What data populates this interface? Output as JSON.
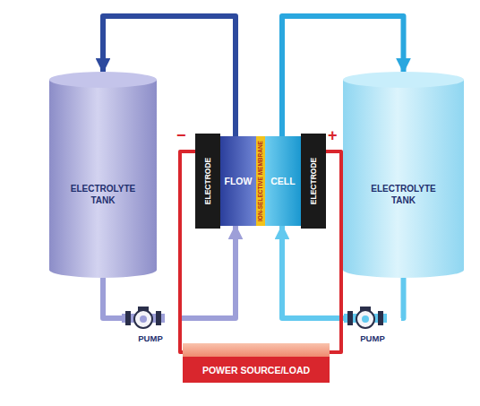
{
  "diagram": {
    "nodes": [
      {
        "text": [
          "ELECTROLYTE TANK"
        ]
      },
      {
        "text": [
          "FLOW",
          "CELL"
        ]
      },
      {
        "text": [
          "ELECTRODE"
        ],
        "in": 1
      },
      {
        "text": [
          "ION-SELECTIVE MEMBRANE"
        ],
        "in": 1
      },
      {
        "text": [
          "ELECTRODE"
        ],
        "in": 1
      },
      {
        "text": [
          "ELECTROLYTE TANK"
        ]
      },
      {
        "text": [
          "PUMP"
        ]
      },
      {
        "text": [
          "PUMP"
        ]
      },
      {
        "text": [
          "POWER SOURCE/LOAD"
        ]
      }
    ],
    "edges": [
      {
        "from": 1,
        "to": 0,
        "arrow": "to"
      },
      {
        "from": 0,
        "to": 6,
        "arrow": "none"
      },
      {
        "from": 6,
        "to": 1,
        "arrow": "to"
      },
      {
        "from": 1,
        "to": 5,
        "arrow": "to"
      },
      {
        "from": 5,
        "to": 7,
        "arrow": "none"
      },
      {
        "from": 7,
        "to": 1,
        "arrow": "to"
      },
      {
        "from": 2,
        "to": 8,
        "arrow": "none"
      },
      {
        "from": 4,
        "to": 8,
        "arrow": "none"
      }
    ],
    "labels": [
      "−",
      "+"
    ]
  }
}
